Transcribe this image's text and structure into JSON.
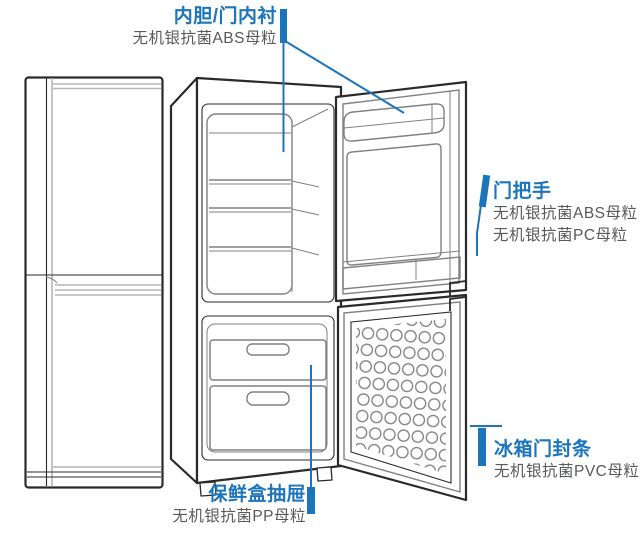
{
  "colors": {
    "accent": "#1C75BB",
    "subtitle": "#58595B",
    "line_dark": "#2A2A2C",
    "line_mid": "#808184",
    "line_light": "#B3B5B8"
  },
  "diagram": {
    "subject": "refrigerator-antibacterial-materials-diagram",
    "figures": [
      "closed-refrigerator",
      "open-refrigerator-with-two-doors"
    ]
  },
  "annotations": {
    "inner_liner": {
      "title": "内胆/门内衬",
      "materials": [
        "无机银抗菌ABS母粒"
      ]
    },
    "door_handle": {
      "title": "门把手",
      "materials": [
        "无机银抗菌ABS母粒",
        "无机银抗菌PC母粒"
      ]
    },
    "door_seal": {
      "title": "冰箱门封条",
      "materials": [
        "无机银抗菌PVC母粒"
      ]
    },
    "crisper_drawer": {
      "title": "保鲜盒抽屉",
      "materials": [
        "无机银抗菌PP母粒"
      ]
    }
  }
}
